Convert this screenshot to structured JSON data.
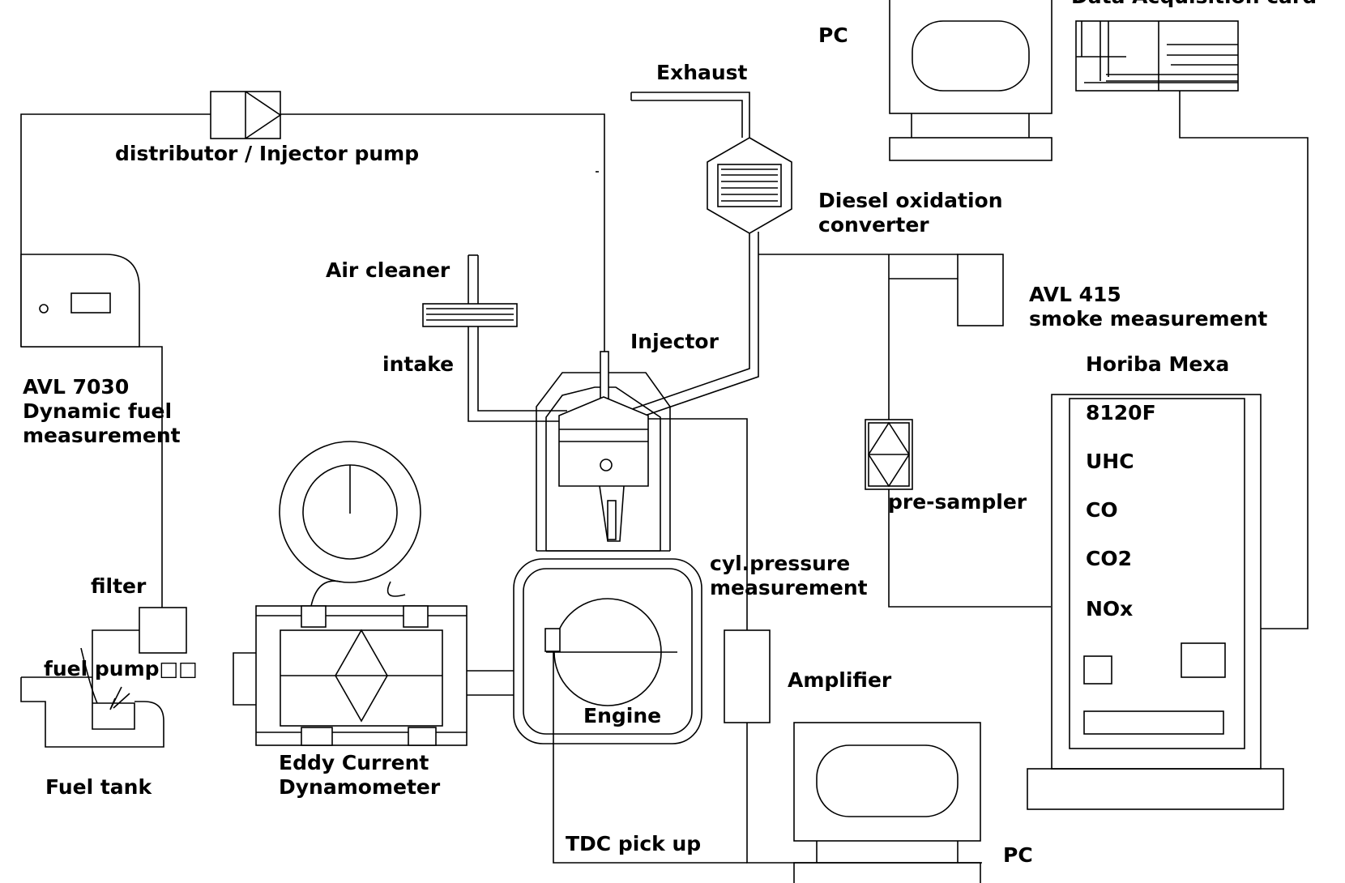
{
  "labels": {
    "pc_top": "PC",
    "data_acquisition": "Data  Acquisition  card",
    "exhaust": "Exhaust",
    "distributor": "distributor / Injector pump",
    "diesel_oxidation_1": "Diesel oxidation",
    "diesel_oxidation_2": "converter",
    "air_cleaner": "Air cleaner",
    "avl415_1": "AVL  415",
    "avl415_2": "smoke  measurement",
    "injector": "Injector",
    "intake": "intake",
    "horiba": "Horiba  Mexa",
    "avl7030_1": "AVL  7030",
    "avl7030_2": "Dynamic  fuel",
    "avl7030_3": "measurement",
    "mexa_model": "8120F",
    "uhc": "UHC",
    "co": "CO",
    "co2": "CO2",
    "nox": "NOx",
    "pre_sampler": "pre-sampler",
    "filter": "filter",
    "cyl_pressure_1": "cyl.pressure",
    "cyl_pressure_2": "measurement",
    "fuel_pump": "fuel pump□□",
    "amplifier": "Amplifier",
    "engine": "Engine",
    "eddy_1": "Eddy  Current",
    "eddy_2": "Dynamometer",
    "fuel_tank": "Fuel tank",
    "tdc": "TDC  pick  up",
    "pc_bottom": "PC"
  }
}
